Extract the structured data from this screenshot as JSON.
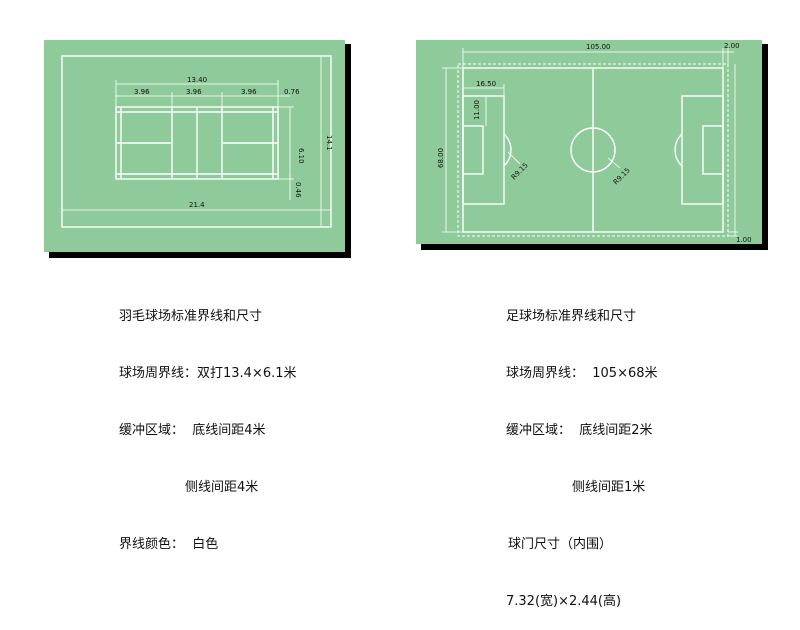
{
  "badminton": {
    "dims": {
      "total_len": "13.40",
      "seg1": "3.96",
      "seg2": "3.96",
      "seg3": "3.96",
      "seg4": "0.76",
      "width_full": "6.10",
      "width_single": "0.46",
      "buffer_width": "14.1",
      "buffer_len": "21.4"
    },
    "caption": {
      "title": "羽毛球场标准界线和尺寸",
      "line1": "球场周界线：双打13.4×6.1米",
      "line2": "缓冲区域：  底线间距4米",
      "line3": "侧线间距4米",
      "line4": "界线颜色：  白色"
    }
  },
  "football": {
    "dims": {
      "length": "105.00",
      "outer_margin": "2.00",
      "penalty_depth": "16.50",
      "goal_area": "11.00",
      "width": "68.00",
      "penalty_arc": "R9.15",
      "center_circle": "R9.15",
      "side_margin": "1.00"
    },
    "caption": {
      "title": "足球场标准界线和尺寸",
      "line1": "球场周界线：  105×68米",
      "line2": "缓冲区域：  底线间距2米",
      "line3": "侧线间距1米",
      "line4": "球门尺寸（内围）",
      "line5": "7.32(宽)×2.44(高)"
    }
  },
  "colors": {
    "field": "#8fca9a",
    "lines": "#ffffff",
    "shadow": "#000000"
  }
}
